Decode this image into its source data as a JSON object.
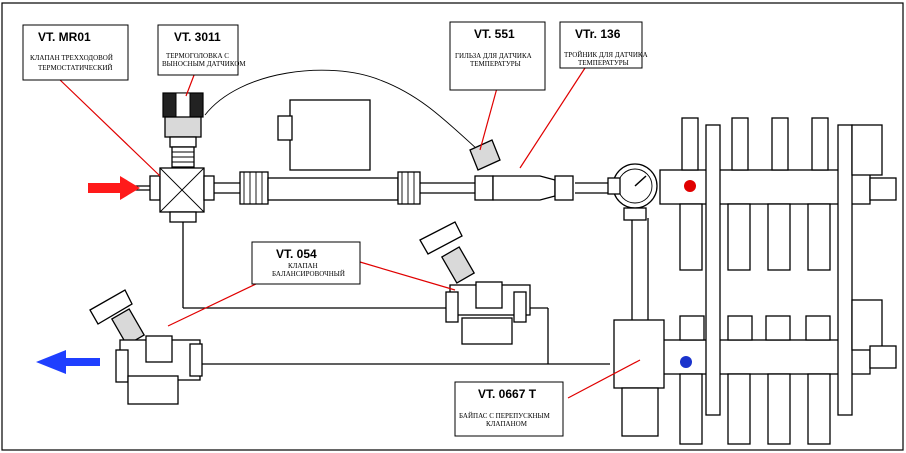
{
  "labels": {
    "mr01": {
      "code": "VT. MR01",
      "line1": "КЛАПАН ТРЕХХОДОВОЙ",
      "line2": "ТЕРМОСТАТИЧЕСКИЙ"
    },
    "t3011": {
      "code": "VT. 3011",
      "line1": "ТЕРМОГОЛОВКА С",
      "line2": "ВЫНОСНЫМ ДАТЧИКОМ"
    },
    "t551": {
      "code": "VT. 551",
      "line1": "ГИЛЬЗА ДЛЯ ДАТЧИКА",
      "line2": "ТЕМПЕРАТУРЫ"
    },
    "t136": {
      "code": "VTr. 136",
      "line1": "ТРОЙНИК ДЛЯ ДАТЧИКА",
      "line2": "ТЕМПЕРАТУРЫ"
    },
    "t054": {
      "code": "VT. 054",
      "line1": "КЛАПАН",
      "line2": "БАЛАНСИРОВОЧНЫЙ"
    },
    "t0667": {
      "code": "VT. 0667 T",
      "line1": "БАЙПАС С ПЕРЕПУСКНЫМ",
      "line2": "КЛАПАНОМ"
    }
  },
  "colors": {
    "supply_arrow": "#ff1a1a",
    "return_arrow": "#1f3fff",
    "leader_line": "#e00000",
    "supply_dot": "#e00000",
    "return_dot": "#1a33cc"
  },
  "icons": [
    "supply-arrow-icon",
    "return-arrow-icon",
    "pressure-gauge-icon"
  ]
}
